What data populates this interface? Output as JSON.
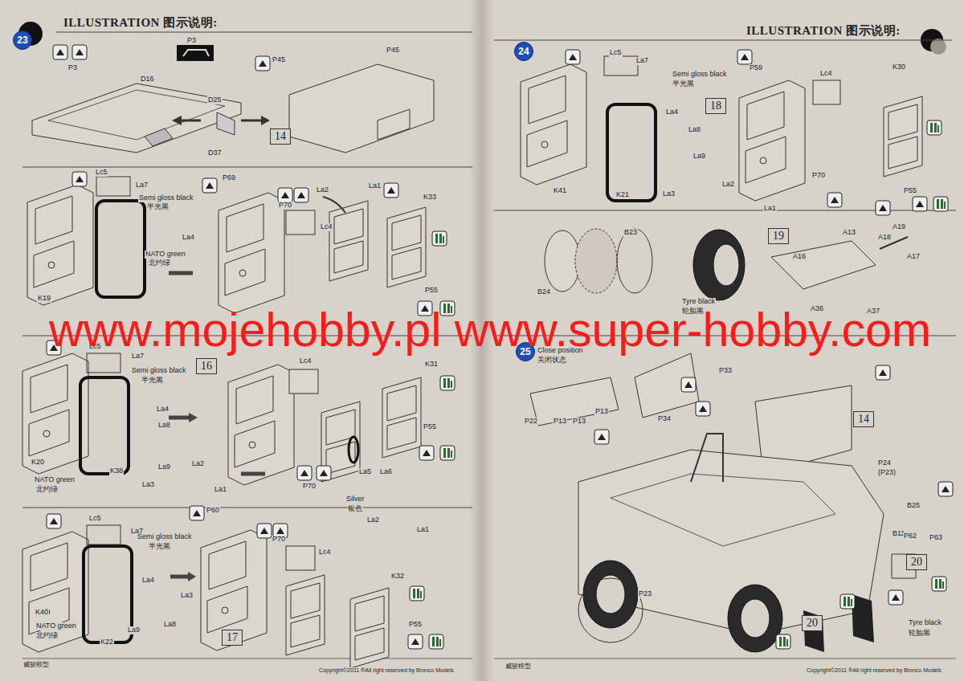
{
  "diagram": {
    "nodes": [
      {
        "text": [
          "23"
        ]
      },
      {
        "text": [
          "14"
        ]
      },
      {
        "text": [
          "16"
        ]
      },
      {
        "text": [
          "17"
        ]
      },
      {
        "text": [
          "24"
        ]
      },
      {
        "text": [
          "18"
        ]
      },
      {
        "text": [
          "19"
        ]
      },
      {
        "text": [
          "25"
        ]
      },
      {
        "text": [
          "14"
        ]
      },
      {
        "text": [
          "20"
        ]
      },
      {
        "text": [
          "20"
        ]
      }
    ],
    "labels": [
      "ILLUSTRATION 图示说明:",
      "P3",
      "D16",
      "P3",
      "P45",
      "P45",
      "D25",
      "D37",
      "Lc5",
      "La7",
      "Semi gloss black",
      "半光黑",
      "La4",
      "NATO green",
      "北约绿",
      "K19",
      "P69",
      "P70",
      "La2",
      "La1",
      "Lc4",
      "K33",
      "P55",
      "Lc5",
      "La7",
      "Semi gloss black",
      "半光黑",
      "La4",
      "La8",
      "La9",
      "La3",
      "K20",
      "K38",
      "NATO green",
      "北约绿",
      "Lc4",
      "K31",
      "La2",
      "La1",
      "P70",
      "La5",
      "La6",
      "Silver",
      "银色",
      "P55",
      "Lc5",
      "La7",
      "Semi gloss black",
      "半光黑",
      "La4",
      "La3",
      "La8",
      "La9",
      "K40",
      "K22",
      "NATO green",
      "北约绿",
      "P60",
      "P70",
      "Lc4",
      "La2",
      "La1",
      "K32",
      "P55",
      "威骏模型",
      "Copyright©2011 ®All right reserved by Bronco Models",
      "ILLUSTRATION 图示说明:",
      "Lc5",
      "La7",
      "Semi gloss black",
      "半光黑",
      "La4",
      "La8",
      "La9",
      "La3",
      "K41",
      "K21",
      "P59",
      "Lc4",
      "K30",
      "P70",
      "La2",
      "La1",
      "P55",
      "B23",
      "B24",
      "Tyre black",
      "轮胎黑",
      "A13",
      "A19",
      "A18",
      "A17",
      "A16",
      "A36",
      "A37",
      "Close position",
      "关闭状态",
      "P33",
      "P22",
      "P13",
      "P13",
      "P13",
      "P34",
      "P24",
      "(P23)",
      "B25",
      "B11",
      "P62",
      "P63",
      "P23",
      "Tyre black",
      "轮胎黑",
      "威骏模型",
      "Copyright©2011 ®All right reserved by Bronco Models",
      "www.mojehobby.pl www.super-hobby.com"
    ]
  }
}
